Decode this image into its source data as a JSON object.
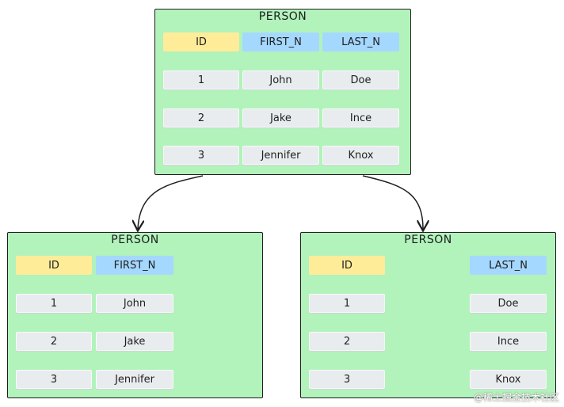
{
  "top_table": {
    "title": "PERSON",
    "headers": [
      "ID",
      "FIRST_N",
      "LAST_N"
    ],
    "rows": [
      [
        "1",
        "John",
        "Doe"
      ],
      [
        "2",
        "Jake",
        "Ince"
      ],
      [
        "3",
        "Jennifer",
        "Knox"
      ]
    ]
  },
  "left_table": {
    "title": "PERSON",
    "headers": [
      "ID",
      "FIRST_N"
    ],
    "rows": [
      [
        "1",
        "John"
      ],
      [
        "2",
        "Jake"
      ],
      [
        "3",
        "Jennifer"
      ]
    ]
  },
  "right_table": {
    "title": "PERSON",
    "headers": [
      "ID",
      "LAST_N"
    ],
    "rows": [
      [
        "1",
        "Doe"
      ],
      [
        "2",
        "Ince"
      ],
      [
        "3",
        "Knox"
      ]
    ]
  },
  "watermark": "@稀土掘金技术社区",
  "colors": {
    "table_fill": "#b2f2bb",
    "id_header": "#ffec99",
    "name_header": "#a5d8ff",
    "cell_fill": "#e9ecef"
  }
}
